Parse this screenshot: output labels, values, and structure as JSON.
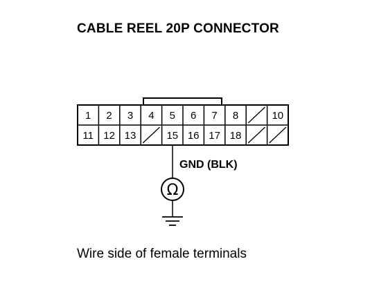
{
  "title": "CABLE REEL 20P CONNECTOR",
  "caption": "Wire side of female terminals",
  "connector": {
    "top_row": [
      "1",
      "2",
      "3",
      "4",
      "5",
      "6",
      "7",
      "8",
      "",
      "10"
    ],
    "bottom_row": [
      "11",
      "12",
      "13",
      "",
      "15",
      "16",
      "17",
      "18",
      "",
      ""
    ]
  },
  "ground_label": "GND (BLK)",
  "meter_symbol": "Ω",
  "colors": {
    "line": "#000000",
    "background": "#ffffff"
  },
  "icons": [
    "ohmmeter-icon",
    "ground-icon"
  ]
}
